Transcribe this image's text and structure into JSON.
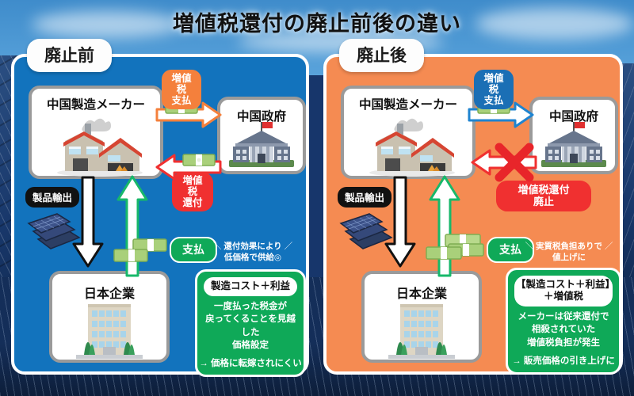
{
  "title": "増値税還付の廃止前後の違い",
  "colors": {
    "panel_before_bg": "#1273bd",
    "panel_after_bg": "#f58b52",
    "badge_orange": "#f4803c",
    "badge_blue": "#1b6fb5",
    "badge_red": "#f03030",
    "note_green": "#0fa958",
    "arrow_green": "#17b86a",
    "arrow_red": "#f03030",
    "card_border": "#9a9a9a"
  },
  "panels": [
    {
      "id": "before",
      "tag": "廃止前",
      "maker": {
        "label": "中国製造メーカー",
        "icon": "factory-icon"
      },
      "government": {
        "label": "中国政府",
        "icon": "government-building-icon"
      },
      "japan": {
        "label": "日本企業",
        "icon": "office-building-icon"
      },
      "pay_badge": {
        "line1": "増値税",
        "line2": "支払"
      },
      "refund_badge": {
        "line1": "増値税",
        "line2": "還付"
      },
      "export_label": "製品輸出",
      "payment_label": "支払",
      "sidenote": {
        "line1": "還付効果により",
        "line2": "低価格で供給◎"
      },
      "note": {
        "head": "製造コスト＋利益",
        "body": [
          "一度払った税金が",
          "戻ってくることを見越した",
          "価格設定"
        ],
        "conclusion": "→ 価格に転嫁されにくい"
      }
    },
    {
      "id": "after",
      "tag": "廃止後",
      "maker": {
        "label": "中国製造メーカー",
        "icon": "factory-icon"
      },
      "government": {
        "label": "中国政府",
        "icon": "government-building-icon"
      },
      "japan": {
        "label": "日本企業",
        "icon": "office-building-icon"
      },
      "pay_badge": {
        "line1": "増値税",
        "line2": "支払"
      },
      "abolish_badge": {
        "line1": "増値税還付",
        "line2": "廃止"
      },
      "export_label": "製品輸出",
      "payment_label": "支払",
      "sidenote": {
        "line1": "実質税負担ありで",
        "line2": "値上げに"
      },
      "note": {
        "head_line1": "【製造コスト＋利益】",
        "head_line2": "＋増値税",
        "body": [
          "メーカーは従来還付で",
          "相殺されていた",
          "増値税負担が発生"
        ],
        "conclusion": "→ 販売価格の引き上げに"
      }
    }
  ]
}
